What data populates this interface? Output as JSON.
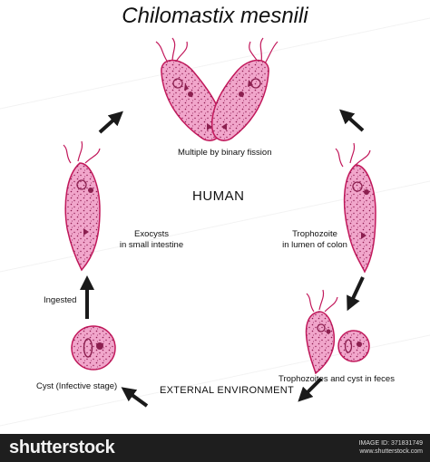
{
  "title": "Chilomastix mesnili",
  "center_label": "HUMAN",
  "environment_label": "EXTERNAL ENVIRONMENT",
  "stages": {
    "binary_fission": "Multiple by binary fission",
    "trophozoite_colon_line1": "Trophozoite",
    "trophozoite_colon_line2": "in lumen of colon",
    "feces": "Trophozoites and cyst in feces",
    "cyst": "Cyst (Infective stage)",
    "ingested": "Ingested",
    "exocysts_line1": "Exocysts",
    "exocysts_line2": "in small intestine"
  },
  "footer": {
    "brand": "shutterstock",
    "image_id": "IMAGE ID: 371831749",
    "site": "www.shutterstock.com"
  },
  "colors": {
    "cell_fill": "#f1a6cb",
    "cell_stroke": "#c2185b",
    "nucleus": "#8b1f4f",
    "dots": "#8e1c52",
    "arrow": "#1a1a1a",
    "footer_bg": "#1e1e1e"
  },
  "icons": [
    "arrow-icon",
    "trophozoite-cell",
    "cyst-cell"
  ]
}
